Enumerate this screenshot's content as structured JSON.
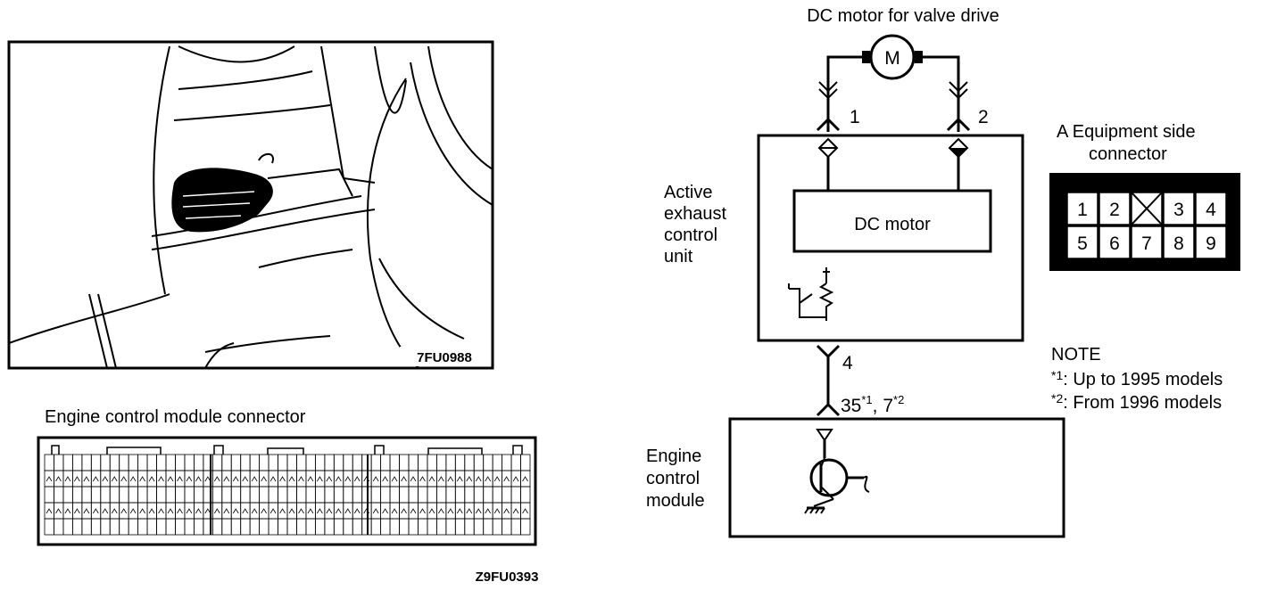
{
  "photo": {
    "code": "7FU0988"
  },
  "ecm_connector": {
    "title": "Engine control module connector",
    "code": "Z9FU0393"
  },
  "motor": {
    "title": "DC motor for valve drive",
    "symbol": "M"
  },
  "aecu": {
    "label_lines": [
      "Active",
      "exhaust",
      "control",
      "unit"
    ],
    "inner_box": "DC motor",
    "pin_1": "1",
    "pin_2": "2",
    "pin_4": "4"
  },
  "ecm": {
    "label_lines": [
      "Engine",
      "control",
      "module"
    ],
    "terminal_main": "35",
    "terminal_sup1": "*1",
    "terminal_sep": ", 7",
    "terminal_sup2": "*2"
  },
  "equipment_connector": {
    "title_line1": "A  Equipment side",
    "title_line2": "connector",
    "row1": [
      "1",
      "2",
      "",
      "3",
      "4"
    ],
    "row2": [
      "5",
      "6",
      "7",
      "8",
      "9"
    ],
    "blank_pin_index": 2
  },
  "note": {
    "title": "NOTE",
    "items": [
      {
        "mark": "*1",
        "text": ":  Up to 1995 models"
      },
      {
        "mark": "*2",
        "text": ":  From 1996 models"
      }
    ]
  }
}
